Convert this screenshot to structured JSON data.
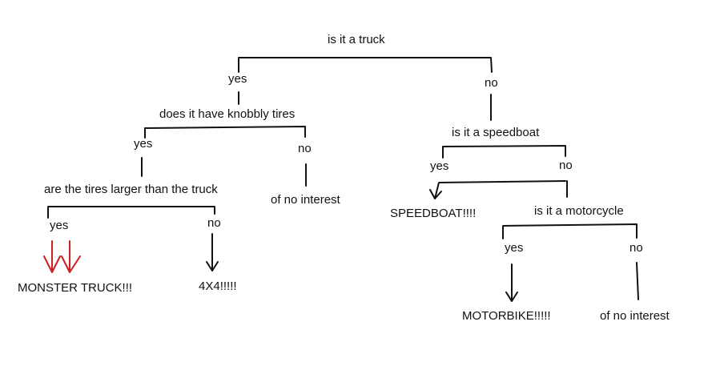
{
  "diagram": {
    "root": {
      "question": "is it a truck",
      "yes": "yes",
      "no": "no"
    },
    "truck_branch": {
      "question": "does it have knobbly tires",
      "yes": "yes",
      "no": "no",
      "no_result": "of no interest",
      "sub": {
        "question": "are the tires larger than the truck",
        "yes": "yes",
        "no": "no",
        "yes_result": "MONSTER TRUCK!!!",
        "no_result": "4X4!!!!!"
      }
    },
    "not_truck_branch": {
      "question": "is it a speedboat",
      "yes": "yes",
      "no": "no",
      "yes_result": "SPEEDBOAT!!!!",
      "sub": {
        "question": "is it a motorcycle",
        "yes": "yes",
        "no": "no",
        "yes_result": "MOTORBIKE!!!!!",
        "no_result": "of no interest"
      }
    },
    "colors": {
      "ink": "#111111",
      "highlight": "#cc1f1f"
    }
  }
}
